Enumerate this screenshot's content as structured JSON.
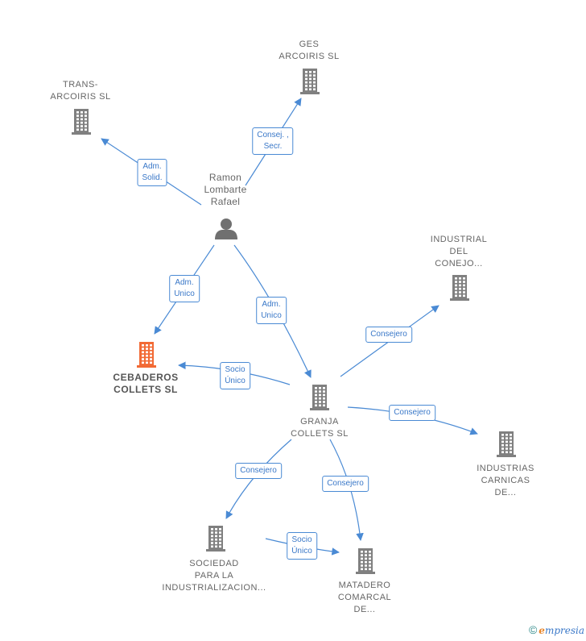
{
  "nodes": {
    "ges_arcoiris": {
      "lines": [
        "GES",
        "ARCOIRIS  SL"
      ]
    },
    "trans_arcoiris": {
      "lines": [
        "TRANS-",
        "ARCOIRIS  SL"
      ]
    },
    "person": {
      "lines": [
        "Ramon",
        "Lombarte",
        "Rafael"
      ]
    },
    "industrial_conejo": {
      "lines": [
        "INDUSTRIAL",
        "DEL",
        "CONEJO..."
      ]
    },
    "cebaderos": {
      "lines": [
        "CEBADEROS",
        "COLLETS  SL"
      ]
    },
    "granja": {
      "lines": [
        "GRANJA",
        "COLLETS SL"
      ]
    },
    "industrias_carnicas": {
      "lines": [
        "INDUSTRIAS",
        "CARNICAS",
        "DE..."
      ]
    },
    "sociedad": {
      "lines": [
        "SOCIEDAD",
        "PARA LA",
        "INDUSTRIALIZACION..."
      ]
    },
    "matadero": {
      "lines": [
        "MATADERO",
        "COMARCAL",
        "DE..."
      ]
    }
  },
  "edges": {
    "e1": {
      "lines": [
        "Consej. ,",
        "Secr."
      ]
    },
    "e2": {
      "lines": [
        "Adm.",
        "Solid."
      ]
    },
    "e3": {
      "lines": [
        "Adm.",
        "Unico"
      ]
    },
    "e4": {
      "lines": [
        "Adm.",
        "Unico"
      ]
    },
    "e5": {
      "lines": [
        "Consejero"
      ]
    },
    "e6": {
      "lines": [
        "Socio",
        "Único"
      ]
    },
    "e7": {
      "lines": [
        "Consejero"
      ]
    },
    "e8": {
      "lines": [
        "Consejero"
      ]
    },
    "e9": {
      "lines": [
        "Consejero"
      ]
    },
    "e10": {
      "lines": [
        "Socio",
        "Único"
      ]
    }
  },
  "colors": {
    "company": "#808080",
    "highlight": "#f26a35",
    "person": "#707070",
    "edge": "#4a8ad4"
  },
  "footer": {
    "copyright": "©",
    "brand_e": "e",
    "brand_rest": "mpresia"
  }
}
